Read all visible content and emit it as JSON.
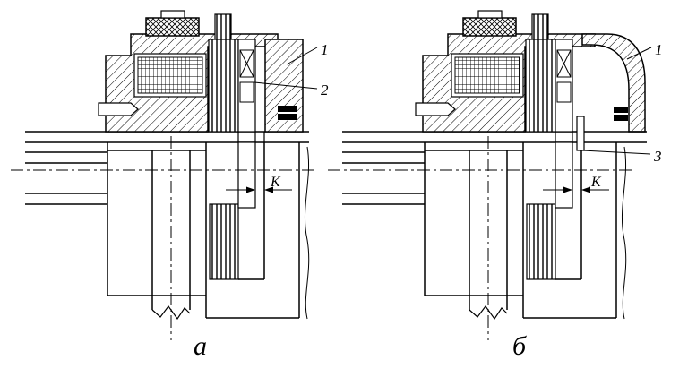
{
  "figure": {
    "colors": {
      "line": "#000000",
      "background": "#ffffff"
    },
    "panels": [
      {
        "caption": "а",
        "callout_1": "1",
        "callout_2": "2",
        "gap_label": "K"
      },
      {
        "caption": "б",
        "callout_1": "1",
        "callout_3": "3",
        "gap_label": "K"
      }
    ]
  }
}
